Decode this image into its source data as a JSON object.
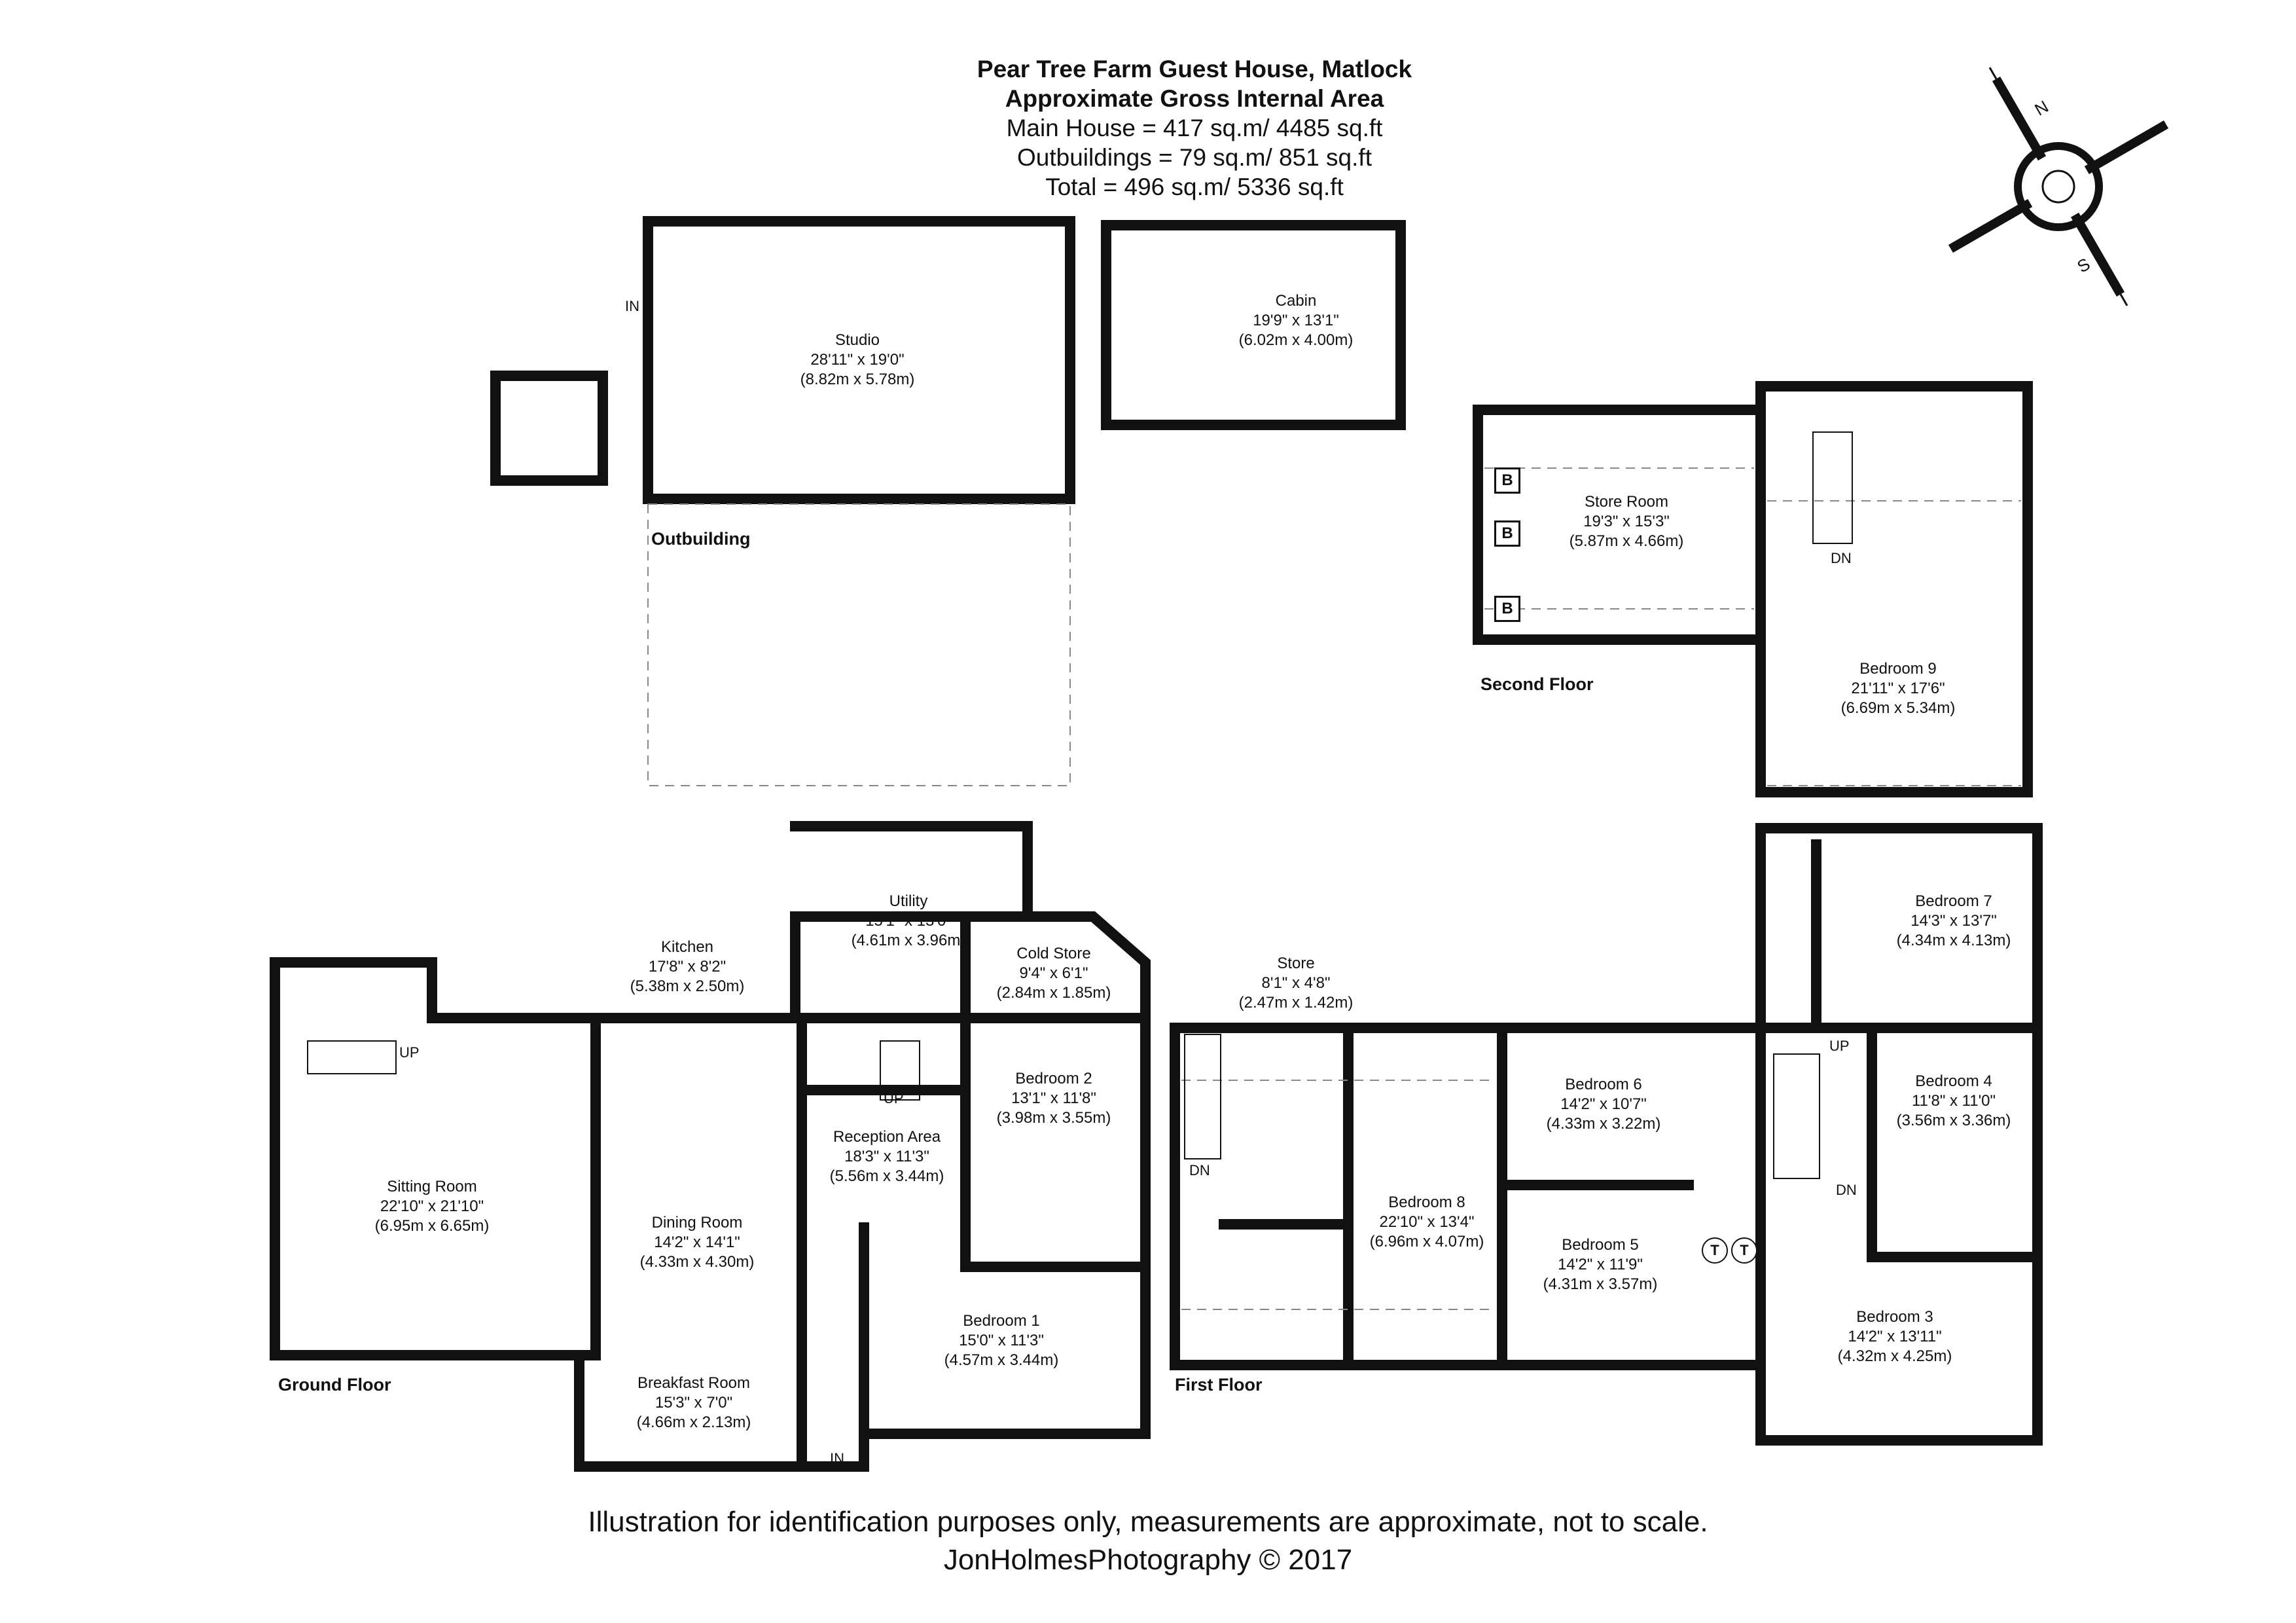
{
  "header": {
    "title": "Pear Tree Farm Guest House, Matlock",
    "subtitle": "Approximate Gross Internal Area",
    "main_house": "Main House =  417 sq.m/ 4485 sq.ft",
    "outbuildings": "Outbuildings =  79 sq.m/ 851 sq.ft",
    "total": "Total = 496 sq.m/ 5336 sq.ft"
  },
  "compass": {
    "north": "N",
    "south": "S"
  },
  "floors": {
    "outbuilding": "Outbuilding",
    "second": "Second Floor",
    "ground": "Ground Floor",
    "first": "First Floor"
  },
  "rooms": {
    "studio": {
      "name": "Studio",
      "imperial": "28'11\" x 19'0\"",
      "metric": "(8.82m x 5.78m)"
    },
    "cabin": {
      "name": "Cabin",
      "imperial": "19'9\" x 13'1\"",
      "metric": "(6.02m x 4.00m)"
    },
    "store_room": {
      "name": "Store Room",
      "imperial": "19'3\" x 15'3\"",
      "metric": "(5.87m x 4.66m)"
    },
    "bedroom9": {
      "name": "Bedroom 9",
      "imperial": "21'11\" x 17'6\"",
      "metric": "(6.69m x 5.34m)"
    },
    "utility": {
      "name": "Utility",
      "imperial": "15'1\" x 13'0\"",
      "metric": "(4.61m x 3.96m)"
    },
    "kitchen": {
      "name": "Kitchen",
      "imperial": "17'8\" x 8'2\"",
      "metric": "(5.38m x 2.50m)"
    },
    "cold_store": {
      "name": "Cold Store",
      "imperial": "9'4\" x 6'1\"",
      "metric": "(2.84m x 1.85m)"
    },
    "bedroom2": {
      "name": "Bedroom 2",
      "imperial": "13'1\" x 11'8\"",
      "metric": "(3.98m x 3.55m)"
    },
    "reception": {
      "name": "Reception Area",
      "imperial": "18'3\" x 11'3\"",
      "metric": "(5.56m x 3.44m)"
    },
    "sitting": {
      "name": "Sitting Room",
      "imperial": "22'10\" x 21'10\"",
      "metric": "(6.95m x 6.65m)"
    },
    "dining": {
      "name": "Dining Room",
      "imperial": "14'2\" x 14'1\"",
      "metric": "(4.33m x 4.30m)"
    },
    "breakfast": {
      "name": "Breakfast Room",
      "imperial": "15'3\" x 7'0\"",
      "metric": "(4.66m x 2.13m)"
    },
    "bedroom1": {
      "name": "Bedroom 1",
      "imperial": "15'0\" x 11'3\"",
      "metric": "(4.57m x 3.44m)"
    },
    "store": {
      "name": "Store",
      "imperial": "8'1\" x 4'8\"",
      "metric": "(2.47m x 1.42m)"
    },
    "bedroom8": {
      "name": "Bedroom 8",
      "imperial": "22'10\" x 13'4\"",
      "metric": "(6.96m x 4.07m)"
    },
    "bedroom6": {
      "name": "Bedroom 6",
      "imperial": "14'2\" x 10'7\"",
      "metric": "(4.33m x 3.22m)"
    },
    "bedroom5": {
      "name": "Bedroom 5",
      "imperial": "14'2\" x 11'9\"",
      "metric": "(4.31m x 3.57m)"
    },
    "bedroom7": {
      "name": "Bedroom 7",
      "imperial": "14'3\" x 13'7\"",
      "metric": "(4.34m x 4.13m)"
    },
    "bedroom4": {
      "name": "Bedroom 4",
      "imperial": "11'8\" x 11'0\"",
      "metric": "(3.56m x 3.36m)"
    },
    "bedroom3": {
      "name": "Bedroom 3",
      "imperial": "14'2\" x 13'11\"",
      "metric": "(4.32m x 4.25m)"
    }
  },
  "tags": {
    "in": "IN",
    "up": "UP",
    "dn": "DN",
    "boiler": "B",
    "tank": "T"
  },
  "footer": {
    "disclaimer": "Illustration for identification purposes only, measurements are approximate, not to scale.",
    "copyright": "JonHolmesPhotography © 2017"
  }
}
